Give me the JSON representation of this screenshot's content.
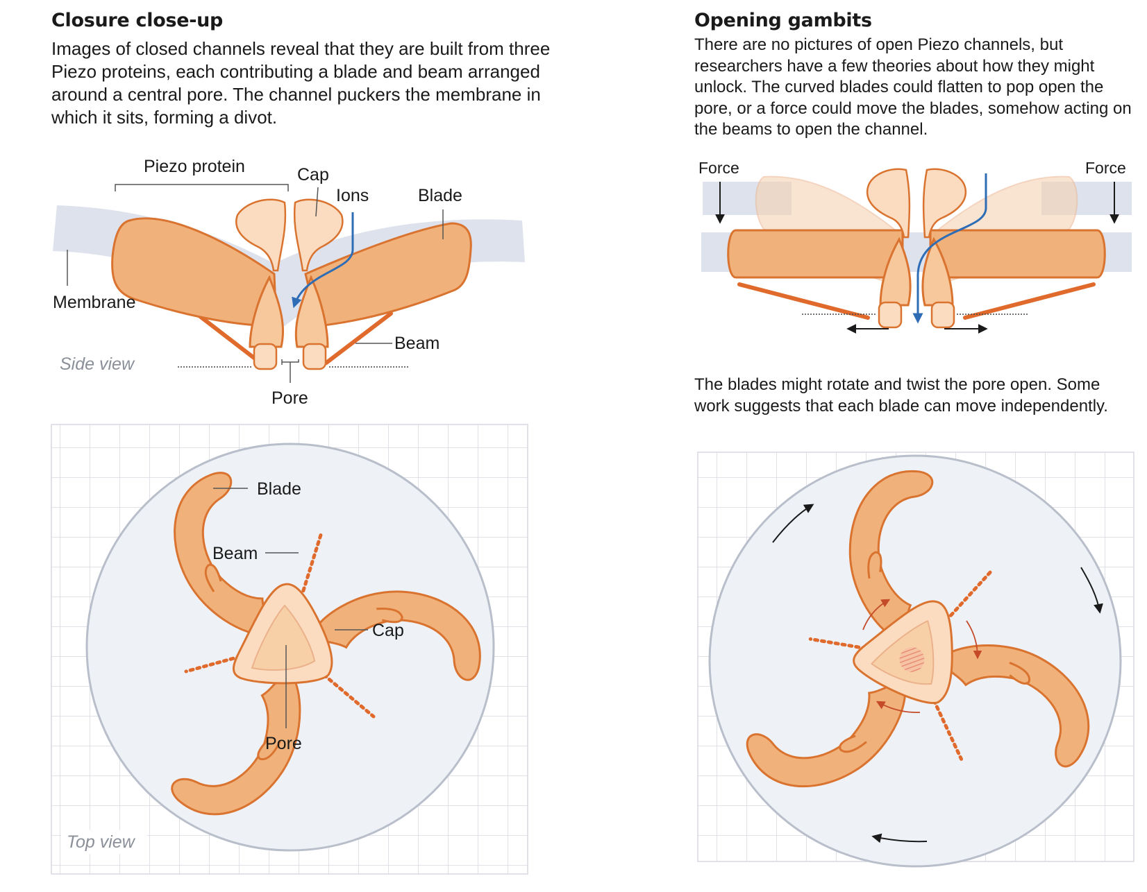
{
  "left": {
    "title": "Closure close-up",
    "description": "Images of closed channels reveal that they are built from three Piezo proteins, each contributing a blade and beam arranged around a central pore. The channel puckers the membrane in which it sits, forming a divot.",
    "side_view": {
      "label_piezo": "Piezo protein",
      "label_cap": "Cap",
      "label_ions": "Ions",
      "label_blade": "Blade",
      "label_membrane": "Membrane",
      "label_beam": "Beam",
      "label_pore": "Pore",
      "view_label": "Side view"
    },
    "top_view": {
      "label_blade": "Blade",
      "label_beam": "Beam",
      "label_cap": "Cap",
      "label_pore": "Pore",
      "view_label": "Top view"
    }
  },
  "right": {
    "title": "Opening gambits",
    "description": "There are no pictures of open Piezo channels, but researchers have a few theories about how they might unlock. The curved blades could flatten to pop open the pore, or a force could move the blades, somehow acting on the beams to open the channel.",
    "label_force_left": "Force",
    "label_force_right": "Force",
    "description2": "The blades might rotate and twist the pore open. Some work suggests that each blade can move independently."
  },
  "colors": {
    "protein_fill": "#f0b27a",
    "protein_stroke": "#d9732f",
    "cap_fill": "#fbdcc0",
    "beam": "#e06a2c",
    "membrane": "#dde2ec",
    "ion_arrow": "#2e6db5",
    "grid": "#d5d9e1",
    "circle_fill": "#eef1f6",
    "circle_stroke": "#b9bfca",
    "hatch": "#e58a6a"
  },
  "icons": [
    "ion-arrow-icon",
    "force-arrow-icon",
    "rotation-arrow-icon"
  ]
}
